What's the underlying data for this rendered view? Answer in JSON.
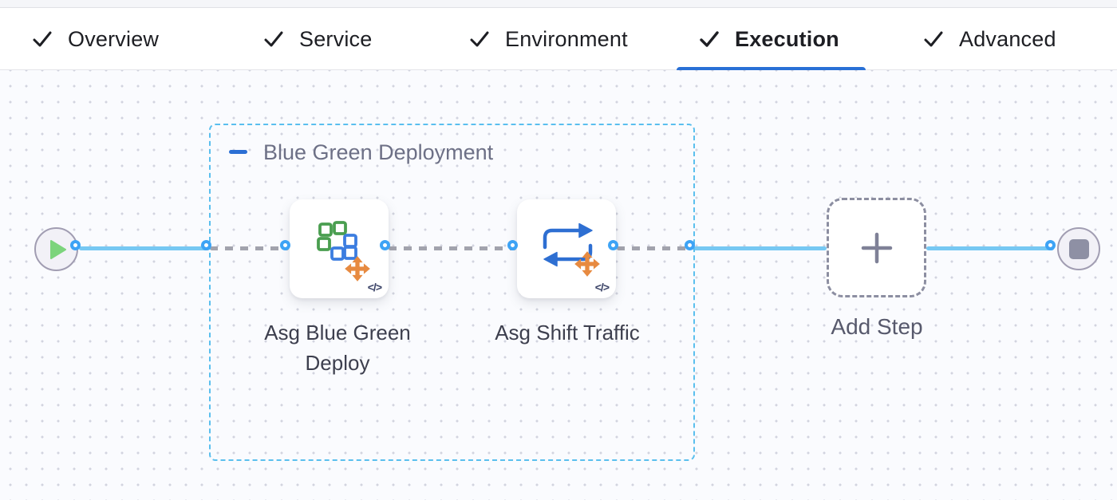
{
  "tab_bar": {
    "tabs": [
      {
        "label": "Overview",
        "completed": true,
        "active": false
      },
      {
        "label": "Service",
        "completed": true,
        "active": false
      },
      {
        "label": "Environment",
        "completed": true,
        "active": false
      },
      {
        "label": "Execution",
        "completed": true,
        "active": true
      },
      {
        "label": "Advanced",
        "completed": true,
        "active": false
      }
    ]
  },
  "canvas": {
    "group": {
      "label": "Blue Green Deployment"
    },
    "steps": [
      {
        "label": "Asg Blue Green Deploy",
        "icon": "asg-blue-green-deploy-icon",
        "code_badge": "</>"
      },
      {
        "label": "Asg Shift Traffic",
        "icon": "asg-shift-traffic-icon",
        "code_badge": "</>"
      }
    ],
    "add_step": {
      "label": "Add Step"
    }
  },
  "icons": {
    "tab_check": "check-icon",
    "group_collapse": "minus-icon",
    "start": "play-icon",
    "end": "stop-icon",
    "add": "plus-icon",
    "code": "code-icon",
    "move": "move-arrows-icon"
  },
  "colors": {
    "active_tab_underline": "#2970d6",
    "collapse_minus": "#2b6fd4",
    "group_border": "#5abfee",
    "link_solid": "#76c8f3",
    "link_dashed": "#a2a3ad",
    "port_ring": "#3da3f5",
    "play_green": "#7cd47c",
    "stop_gray": "#8e90a4",
    "icon_green": "#4a9e50",
    "icon_blue": "#3c7de0",
    "icon_orange": "#e78a40"
  }
}
